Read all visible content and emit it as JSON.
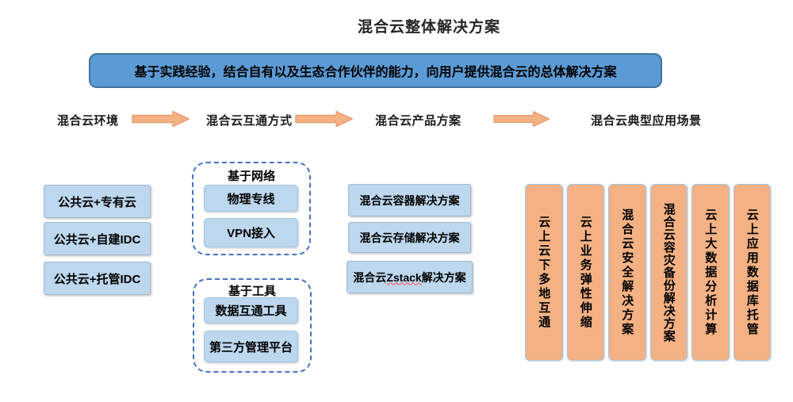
{
  "title": "混合云整体解决方案",
  "banner": {
    "text": "基于实践经验，结合自有以及生态合作伙伴的能力，向用户提供混合云的总体解决方案"
  },
  "flow": {
    "steps": [
      {
        "label": "混合云环境"
      },
      {
        "label": "混合云互通方式"
      },
      {
        "label": "混合云产品方案"
      },
      {
        "label": "混合云典型应用场景"
      }
    ],
    "arrow_icon": "right-arrow"
  },
  "environments": {
    "items": [
      {
        "label": "公共云+专有云"
      },
      {
        "label": "公共云+自建IDC"
      },
      {
        "label": "公共云+托管IDC"
      }
    ]
  },
  "interconnect": {
    "groups": [
      {
        "title": "基于网络",
        "items": [
          {
            "label": "物理专线"
          },
          {
            "label": "VPN接入"
          }
        ]
      },
      {
        "title": "基于工具",
        "items": [
          {
            "label": "数据互通工具"
          },
          {
            "label": "第三方管理平台"
          }
        ]
      }
    ]
  },
  "products": {
    "items": [
      {
        "label": "混合云容器解决方案"
      },
      {
        "label": "混合云存储解决方案"
      },
      {
        "label": "混合云Zstack解决方案",
        "parts": {
          "pre": "混合云",
          "wavy": "Zstack",
          "post": "解决方案"
        }
      }
    ]
  },
  "scenarios": {
    "items": [
      {
        "label": "云上云下多地互通"
      },
      {
        "label": "云上业务弹性伸缩"
      },
      {
        "label": "混合云安全解决方案"
      },
      {
        "label": "混合云容灾备份解决方案"
      },
      {
        "label": "云上大数据分析计算"
      },
      {
        "label": "云上应用数据库托管"
      }
    ]
  },
  "colors": {
    "banner-fill": "#5b9bd5",
    "banner-border": "#41719c",
    "box-fill": "#bdd7ee",
    "box-border": "#9fb6cc",
    "dashed-border": "#4472c4",
    "arrow-fill": "#f4b183",
    "arrow-stroke": "#e89c70",
    "bar-fill": "#f4b183",
    "bar-border": "#9dc3e6"
  }
}
